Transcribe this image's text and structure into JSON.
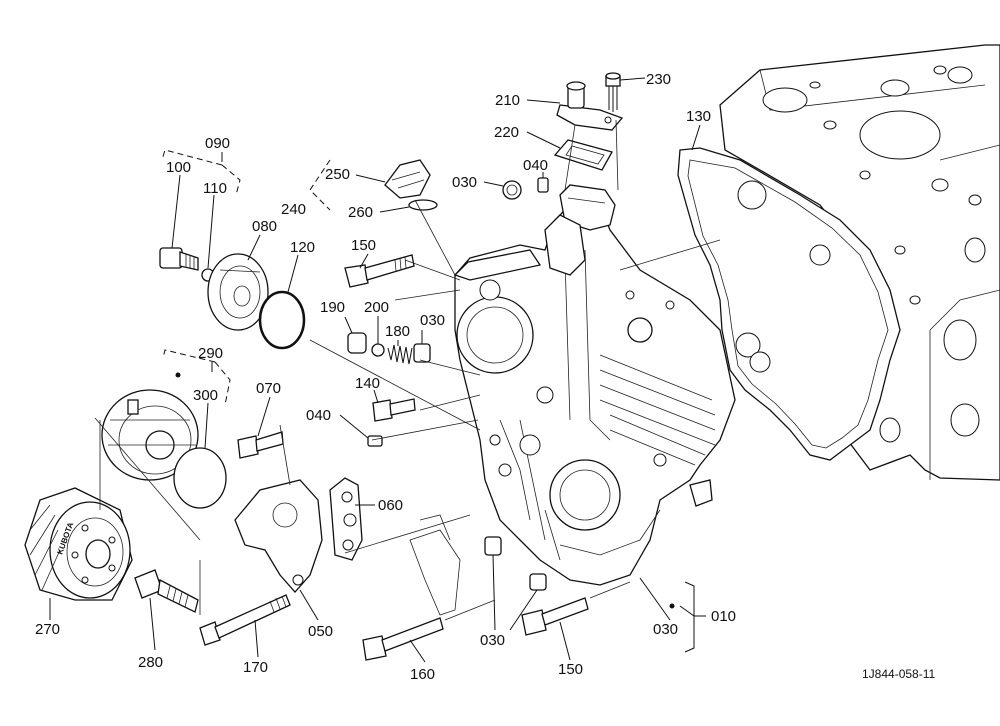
{
  "labels": {
    "p010": "010",
    "p030a": "030",
    "p030b": "030",
    "p030c": "030",
    "p030d": "030",
    "p040a": "040",
    "p040b": "040",
    "p050": "050",
    "p060": "060",
    "p070": "070",
    "p080": "080",
    "p090": "090",
    "p100": "100",
    "p110": "110",
    "p120": "120",
    "p130": "130",
    "p140": "140",
    "p150a": "150",
    "p150b": "150",
    "p160": "160",
    "p170": "170",
    "p180": "180",
    "p190": "190",
    "p200": "200",
    "p210": "210",
    "p220": "220",
    "p230": "230",
    "p240": "240",
    "p250": "250",
    "p260": "260",
    "p270": "270",
    "p280": "280",
    "p290": "290",
    "p300": "300"
  },
  "drawing_number": "1J844-058-11",
  "filter_brand": "KUBOTA"
}
